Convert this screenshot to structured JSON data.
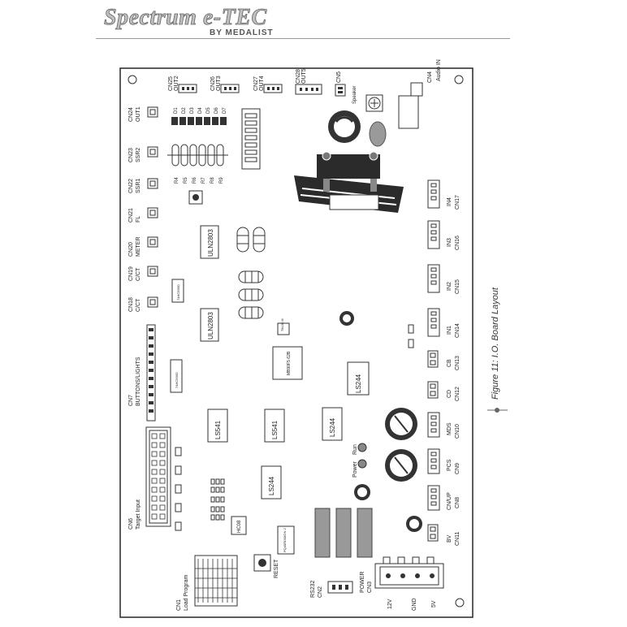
{
  "header": {
    "brand": "Spectrum e-TEC",
    "byline": "BY MEDALIST"
  },
  "figure": {
    "caption": "Figure 11: I.O. Board Layout"
  },
  "board": {
    "top_connectors": [
      {
        "id": "CN25",
        "label": "OUT2"
      },
      {
        "id": "CN26",
        "label": "OUT3"
      },
      {
        "id": "CN27",
        "label": "OUT4"
      },
      {
        "id": "CN28",
        "label": "OUT5"
      },
      {
        "id": "CN5",
        "label": "Speaker"
      },
      {
        "id": "CN4",
        "label": "Audio IN"
      }
    ],
    "left_connectors": [
      {
        "id": "CN24",
        "label": "OUT1"
      },
      {
        "id": "CN23",
        "label": "SSR2"
      },
      {
        "id": "CN22",
        "label": "SSR1"
      },
      {
        "id": "CN21",
        "label": "FL"
      },
      {
        "id": "CN20",
        "label": "METER"
      },
      {
        "id": "CN19",
        "label": "C/CT"
      },
      {
        "id": "CN18",
        "label": "C/CT"
      },
      {
        "id": "CN7",
        "label": "BUTTONS/LIGHTS"
      },
      {
        "id": "CN6",
        "label": "Target Input"
      },
      {
        "id": "CN1",
        "label": "Load Program"
      }
    ],
    "right_connectors": [
      {
        "id": "CN17",
        "label": "IN4"
      },
      {
        "id": "CN16",
        "label": "IN3"
      },
      {
        "id": "CN15",
        "label": "IN2"
      },
      {
        "id": "CN14",
        "label": "IN1"
      },
      {
        "id": "CN13",
        "label": "CB"
      },
      {
        "id": "CN12",
        "label": "CD"
      },
      {
        "id": "CN10",
        "label": "MDS"
      },
      {
        "id": "CN9",
        "label": "PCS"
      },
      {
        "id": "CN8",
        "label": "CN/UP"
      },
      {
        "id": "CN11",
        "label": "BV"
      }
    ],
    "bottom_connectors": [
      {
        "id": "CN2",
        "label": "RS232"
      },
      {
        "id": "CN3",
        "label": "POWER"
      }
    ],
    "power_pins": [
      "12V",
      "GND",
      "5V"
    ],
    "leds": [
      "D1",
      "D2",
      "D3",
      "D4",
      "D5",
      "D6",
      "D7"
    ],
    "resistors": [
      "R4",
      "R5",
      "R6",
      "R7",
      "R8",
      "R9"
    ],
    "chips": {
      "uln_top": "ULN2803",
      "uln_mid": "ULN2803",
      "hc595_top": "74HC595D",
      "hc595_bottom": "74HC595D",
      "mcu": "MB90F5 62B",
      "small_reg": "78L05 M",
      "ls244_right": "LS244",
      "ls541_a": "LS541",
      "ls541_b": "LS541",
      "ls244_mid": "LS244",
      "ls244_left": "LS244",
      "hc08": "HC08",
      "pqreg": "PQ40RD08ON 2"
    },
    "indicator_labels": {
      "power": "Power",
      "run": "Run"
    },
    "reset_label": "RESET"
  }
}
